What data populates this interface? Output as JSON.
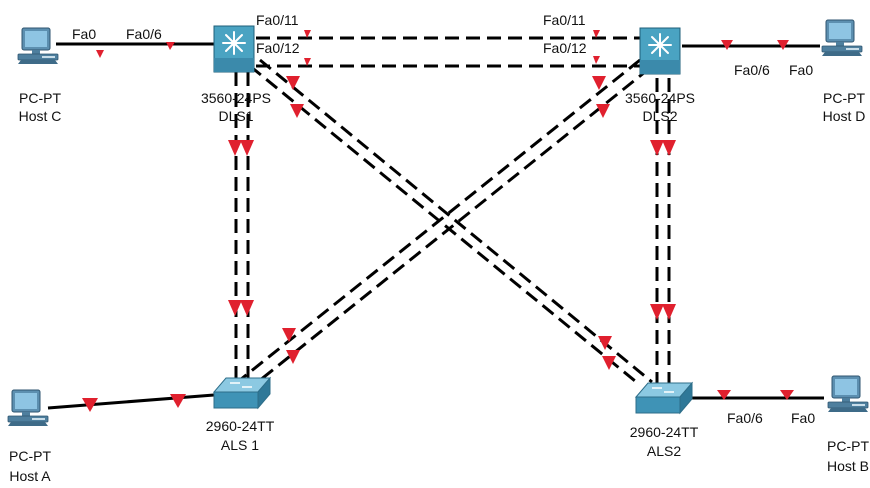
{
  "devices": {
    "host_c": {
      "type": "PC-PT",
      "name": "Host C"
    },
    "host_d": {
      "type": "PC-PT",
      "name": "Host D"
    },
    "host_a": {
      "type": "PC-PT",
      "name": "Host A"
    },
    "host_b": {
      "type": "PC-PT",
      "name": "Host B"
    },
    "dls1": {
      "type": "3560-24PS",
      "name": "DLS1"
    },
    "dls2": {
      "type": "3560-24PS",
      "name": "DLS2"
    },
    "als1": {
      "type": "2960-24TT",
      "name": "ALS 1"
    },
    "als2": {
      "type": "2960-24TT",
      "name": "ALS2"
    }
  },
  "ports": {
    "hostc_fa0": "Fa0",
    "dls1_fa06": "Fa0/6",
    "dls1_fa011": "Fa0/11",
    "dls1_fa012": "Fa0/12",
    "dls2_fa011": "Fa0/11",
    "dls2_fa012": "Fa0/12",
    "dls2_fa06": "Fa0/6",
    "hostd_fa0": "Fa0",
    "als2_fa06": "Fa0/6",
    "hostb_fa0": "Fa0"
  },
  "colors": {
    "link_indicator": "#e0202e",
    "switch_multilayer": "#4aa3c2",
    "switch_access": "#3f93b6",
    "link": "#000000"
  }
}
